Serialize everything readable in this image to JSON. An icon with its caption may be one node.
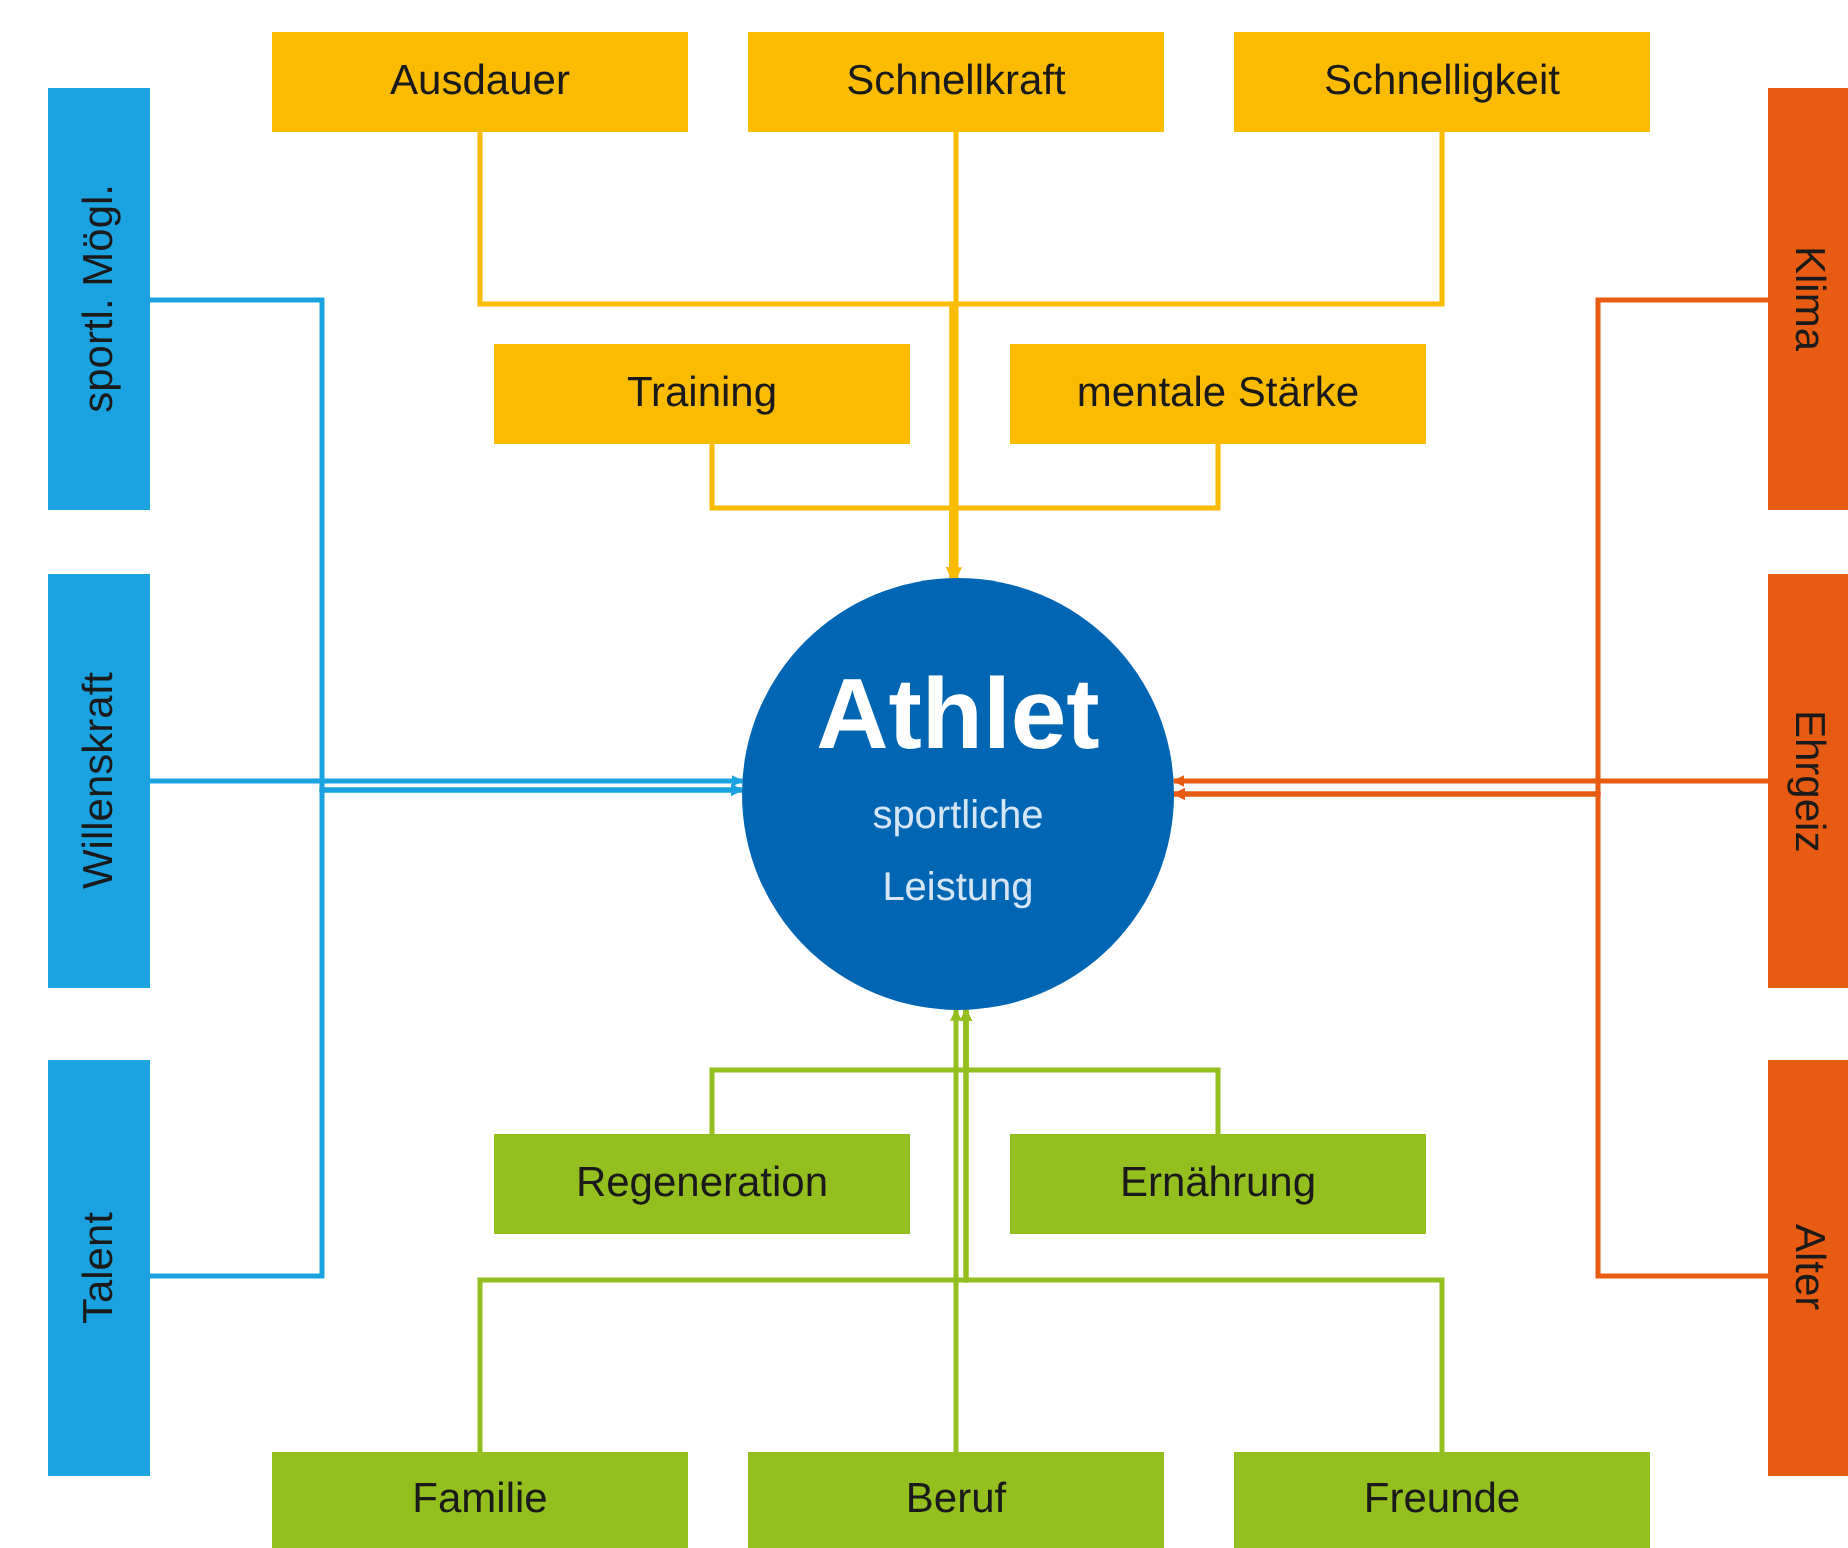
{
  "diagram": {
    "nodes": [
      {
        "text": [
          "Ausdauer"
        ]
      },
      {
        "text": [
          "Schnellkraft"
        ]
      },
      {
        "text": [
          "Schnelligkeit"
        ]
      },
      {
        "text": [
          "Training"
        ]
      },
      {
        "text": [
          "mentale Stärke"
        ]
      },
      {
        "text": [
          "Athlet",
          "sportliche Leistung"
        ]
      },
      {
        "text": [
          "sportl. Mögl."
        ]
      },
      {
        "text": [
          "Willenskraft"
        ]
      },
      {
        "text": [
          "Talent"
        ]
      },
      {
        "text": [
          "Klima"
        ]
      },
      {
        "text": [
          "Ehrgeiz"
        ]
      },
      {
        "text": [
          "Alter"
        ]
      },
      {
        "text": [
          "Regeneration"
        ]
      },
      {
        "text": [
          "Ernährung"
        ]
      },
      {
        "text": [
          "Familie"
        ]
      },
      {
        "text": [
          "Beruf"
        ]
      },
      {
        "text": [
          "Freunde"
        ]
      }
    ],
    "edges": [
      {
        "from": 0,
        "to": 5,
        "arrow": "to",
        "color": "#fbbb00"
      },
      {
        "from": 1,
        "to": 5,
        "arrow": "to",
        "color": "#fbbb00"
      },
      {
        "from": 2,
        "to": 5,
        "arrow": "to",
        "color": "#fbbb00"
      },
      {
        "from": 3,
        "to": 5,
        "arrow": "to",
        "color": "#fbbb00"
      },
      {
        "from": 4,
        "to": 5,
        "arrow": "to",
        "color": "#fbbb00"
      },
      {
        "from": 6,
        "to": 5,
        "arrow": "to",
        "color": "#1aa3e0"
      },
      {
        "from": 7,
        "to": 5,
        "arrow": "to",
        "color": "#1aa3e0"
      },
      {
        "from": 8,
        "to": 5,
        "arrow": "to",
        "color": "#1aa3e0"
      },
      {
        "from": 9,
        "to": 5,
        "arrow": "to",
        "color": "#e85b12"
      },
      {
        "from": 10,
        "to": 5,
        "arrow": "to",
        "color": "#e85b12"
      },
      {
        "from": 11,
        "to": 5,
        "arrow": "to",
        "color": "#e85b12"
      },
      {
        "from": 12,
        "to": 5,
        "arrow": "to",
        "color": "#93c01f"
      },
      {
        "from": 13,
        "to": 5,
        "arrow": "to",
        "color": "#93c01f"
      },
      {
        "from": 14,
        "to": 5,
        "arrow": "to",
        "color": "#93c01f"
      },
      {
        "from": 15,
        "to": 5,
        "arrow": "to",
        "color": "#93c01f"
      },
      {
        "from": 16,
        "to": 5,
        "arrow": "to",
        "color": "#93c01f"
      }
    ]
  }
}
